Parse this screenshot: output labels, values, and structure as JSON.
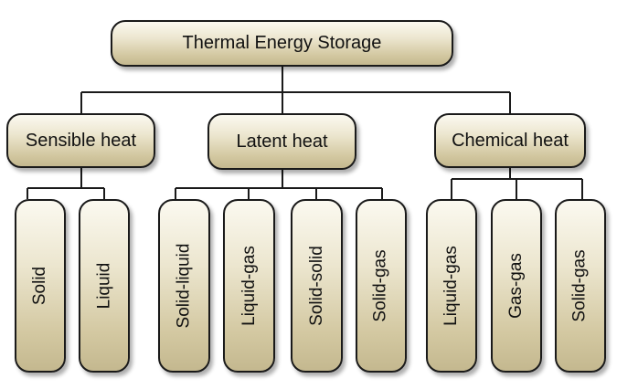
{
  "diagram": {
    "root": {
      "label": "Thermal Energy Storage"
    },
    "categories": [
      {
        "label": "Sensible heat",
        "children": [
          "Solid",
          "Liquid"
        ]
      },
      {
        "label": "Latent heat",
        "children": [
          "Solid-liquid",
          "Liquid-gas",
          "Solid-solid",
          "Solid-gas"
        ]
      },
      {
        "label": "Chemical heat",
        "children": [
          "Liquid-gas",
          "Gas-gas",
          "Solid-gas"
        ]
      }
    ],
    "edges": [
      [
        "Thermal Energy Storage",
        "Sensible heat"
      ],
      [
        "Thermal Energy Storage",
        "Latent heat"
      ],
      [
        "Thermal Energy Storage",
        "Chemical heat"
      ],
      [
        "Sensible heat",
        "Solid"
      ],
      [
        "Sensible heat",
        "Liquid"
      ],
      [
        "Latent heat",
        "Solid-liquid"
      ],
      [
        "Latent heat",
        "Liquid-gas"
      ],
      [
        "Latent heat",
        "Solid-solid"
      ],
      [
        "Latent heat",
        "Solid-gas"
      ],
      [
        "Chemical heat",
        "Liquid-gas"
      ],
      [
        "Chemical heat",
        "Gas-gas"
      ],
      [
        "Chemical heat",
        "Solid-gas"
      ]
    ],
    "colors": {
      "box_fill_light": "#fbf9f0",
      "box_fill_dark": "#c4b88f",
      "border": "#1a1a1a",
      "text": "#111111"
    }
  }
}
